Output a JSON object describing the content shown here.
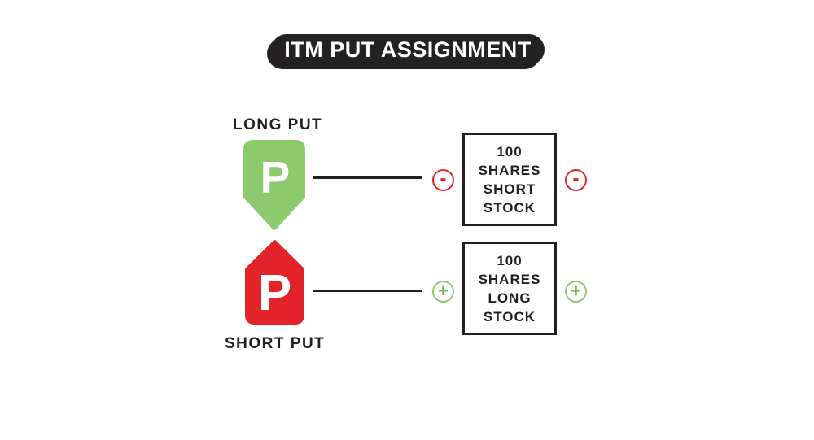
{
  "title": "ITM PUT ASSIGNMENT",
  "colors": {
    "green": "#8CC96F",
    "red": "#E2242A",
    "ink": "#231F20",
    "banner_bg": "#242122",
    "banner_text": "#FFFFFF"
  },
  "long_put": {
    "label": "LONG PUT",
    "letter": "P"
  },
  "short_put": {
    "label": "SHORT PUT",
    "letter": "P"
  },
  "boxes": [
    {
      "lines": [
        "100",
        "SHARES",
        "SHORT",
        "STOCK"
      ],
      "sign": "-"
    },
    {
      "lines": [
        "100",
        "SHARES",
        "LONG",
        "STOCK"
      ],
      "sign": "+"
    }
  ]
}
